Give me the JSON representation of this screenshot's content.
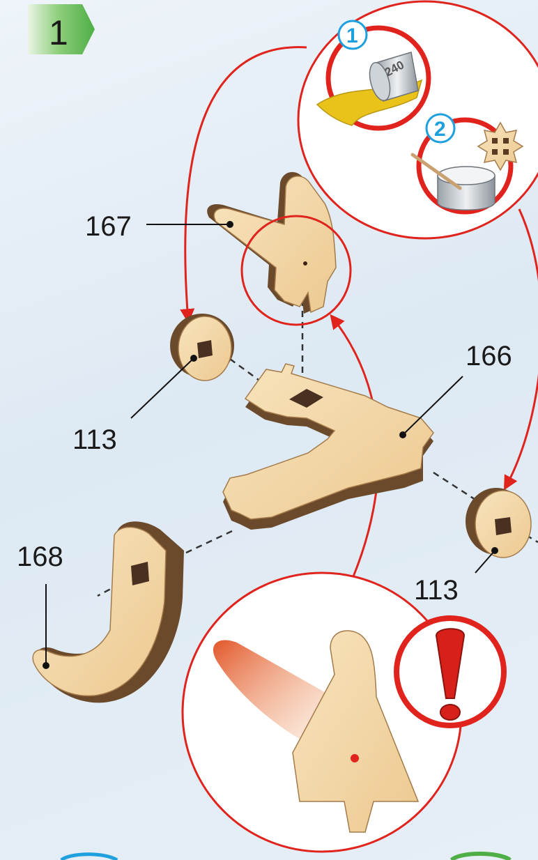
{
  "step": {
    "number": "1"
  },
  "tips": {
    "sanding": {
      "number": "1",
      "grit": "240"
    },
    "gluing": {
      "number": "2"
    },
    "warning": {
      "symbol": "!"
    }
  },
  "parts": [
    {
      "id": "p167",
      "label": "167"
    },
    {
      "id": "p166",
      "label": "166"
    },
    {
      "id": "p113a",
      "label": "113"
    },
    {
      "id": "p113b",
      "label": "113"
    },
    {
      "id": "p168",
      "label": "168"
    }
  ],
  "colors": {
    "accent_red": "#e0231c",
    "step_badge_green": "#5cb85c",
    "tip_number_blue": "#1fa0de",
    "wood_light": "#f3d9ac",
    "wood_edge_dark": "#6b4a2c"
  }
}
